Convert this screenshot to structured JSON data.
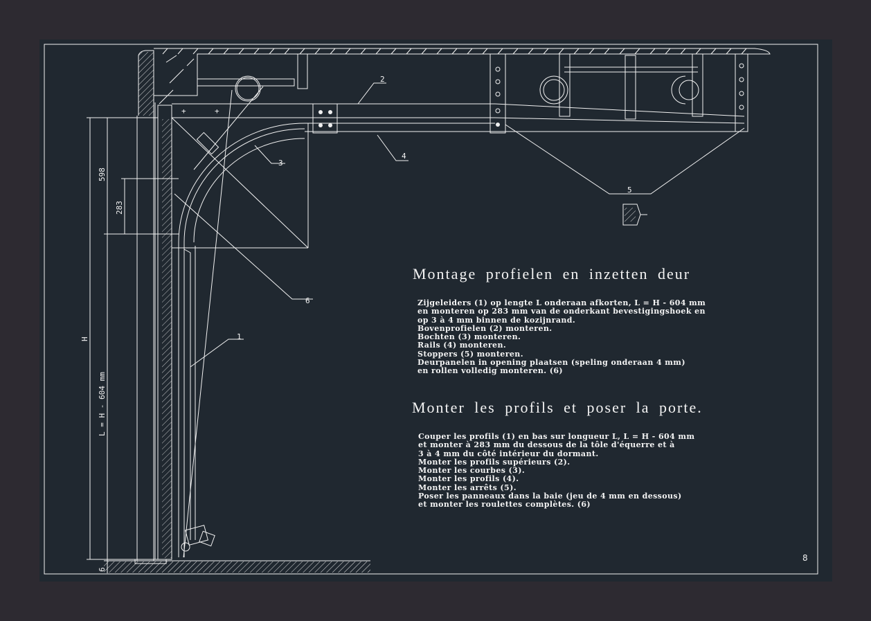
{
  "drawing": {
    "page_number": "8",
    "dimensions": {
      "dim_598": "598",
      "dim_283": "283",
      "dim_h": "H",
      "dim_l": "L = H - 604 mm",
      "dim_6": "6"
    },
    "callouts": [
      "1",
      "2",
      "3",
      "4",
      "5",
      "6"
    ]
  },
  "dutch": {
    "title": "Montage profielen en inzetten deur",
    "lines": [
      "Zijgeleiders (1) op lengte L onderaan afkorten, L = H - 604 mm",
      "en monteren op 283 mm van de onderkant bevestigingshoek en",
      "op 3 à 4 mm binnen de kozijnrand.",
      "Bovenprofielen (2) monteren.",
      "Bochten (3) monteren.",
      "Rails (4) monteren.",
      "Stoppers (5) monteren.",
      "Deurpanelen in opening plaatsen (speling onderaan 4 mm)",
      "en rollen volledig monteren. (6)"
    ]
  },
  "french": {
    "title": "Monter les profils et poser la porte.",
    "lines": [
      "Couper les profils (1) en bas sur longueur L, L = H - 604 mm",
      "et monter à 283 mm du dessous de la tôle d'équerre et à",
      "3 à 4 mm du côté intérieur du dormant.",
      "Monter les profils supérieurs (2).",
      "Monter les courbes (3).",
      "Monter les profils (4).",
      "Monter les arrêts (5).",
      "Poser les panneaux dans la baie (jeu de 4 mm en dessous)",
      "et monter les roulettes complètes. (6)"
    ]
  },
  "colors": {
    "background": "#2d2a31",
    "sheet": "#202830",
    "line": "#f2f2f2"
  }
}
